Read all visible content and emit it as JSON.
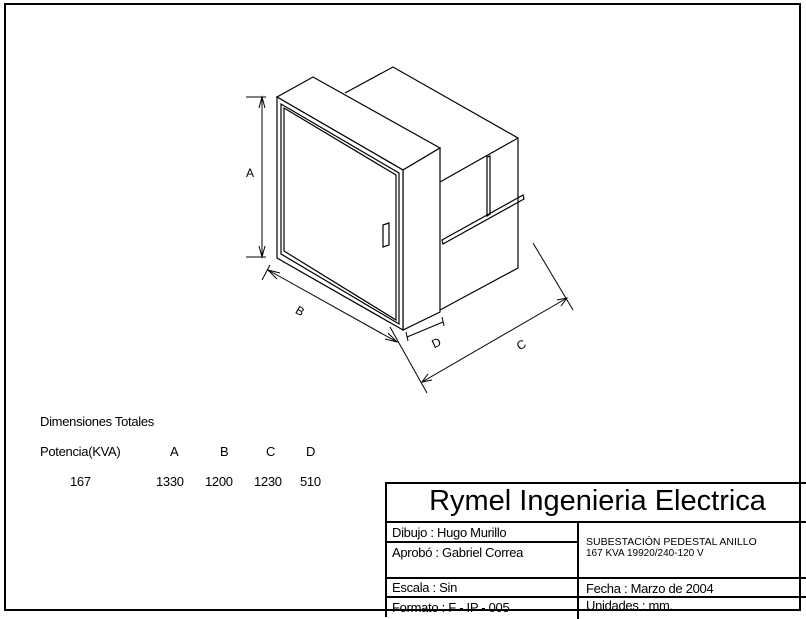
{
  "drawing": {
    "dim_labels": {
      "a": "A",
      "b": "B",
      "c": "C",
      "d": "D"
    }
  },
  "dimensions_table": {
    "title": "Dimensiones Totales",
    "headers": [
      "Potencia(KVA)",
      "A",
      "B",
      "C",
      "D"
    ],
    "rows": [
      [
        "167",
        "1330",
        "1200",
        "1230",
        "510"
      ]
    ]
  },
  "title_block": {
    "company": "Rymel Ingenieria Electrica",
    "drawn_by": "Dibujo : Hugo Murillo",
    "approved_by": "Aprobó : Gabriel Correa",
    "description_line1": "SUBESTACIÓN PEDESTAL ANILLO",
    "description_line2": "167 KVA 19920/240-120 V",
    "scale": "Escala : Sin",
    "date": "Fecha : Marzo de 2004",
    "format": "Formato : F - IP - 005",
    "units": "Unidades : mm."
  }
}
